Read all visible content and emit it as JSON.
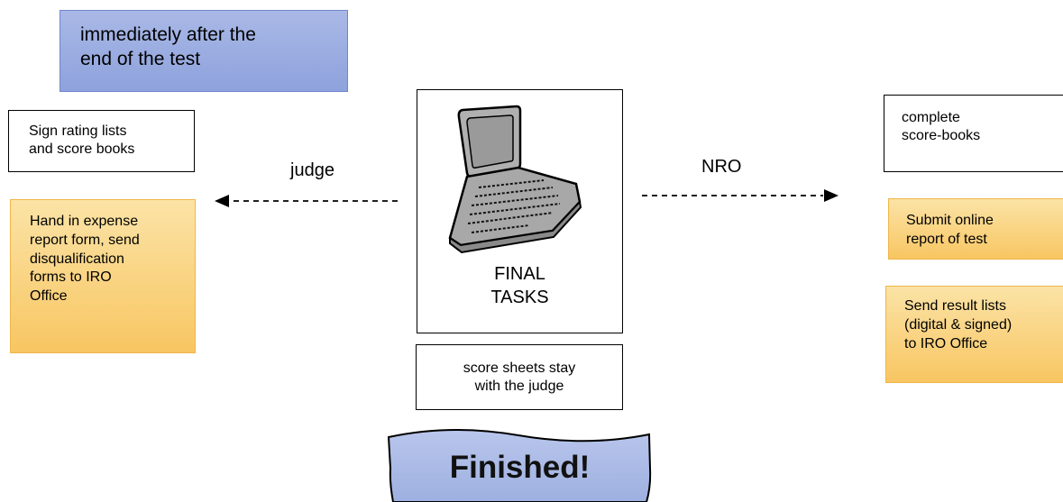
{
  "timing_note": [
    "immediately after the",
    "end of the test"
  ],
  "judge_tasks": {
    "label": "judge",
    "sign_lists": [
      "Sign rating lists",
      "and score books"
    ],
    "expense": [
      "Hand in expense",
      "report form, send",
      "disqualification",
      "forms to IRO",
      "Office"
    ]
  },
  "center": {
    "title": [
      "FINAL",
      "TASKS"
    ],
    "icon": "laptop-icon",
    "score_sheets": [
      "score sheets stay",
      "with the judge"
    ]
  },
  "nro_tasks": {
    "label": "NRO",
    "complete_books": [
      "complete",
      "score-books"
    ],
    "submit_report": [
      "Submit online",
      "report of test"
    ],
    "send_results": [
      "Send result lists",
      "(digital & signed)",
      "to IRO Office"
    ]
  },
  "finished": "Finished!",
  "colors": {
    "note_blue": "#a9b8e6",
    "task_orange": "#f8c662",
    "finished_blue": "#aebde6"
  }
}
